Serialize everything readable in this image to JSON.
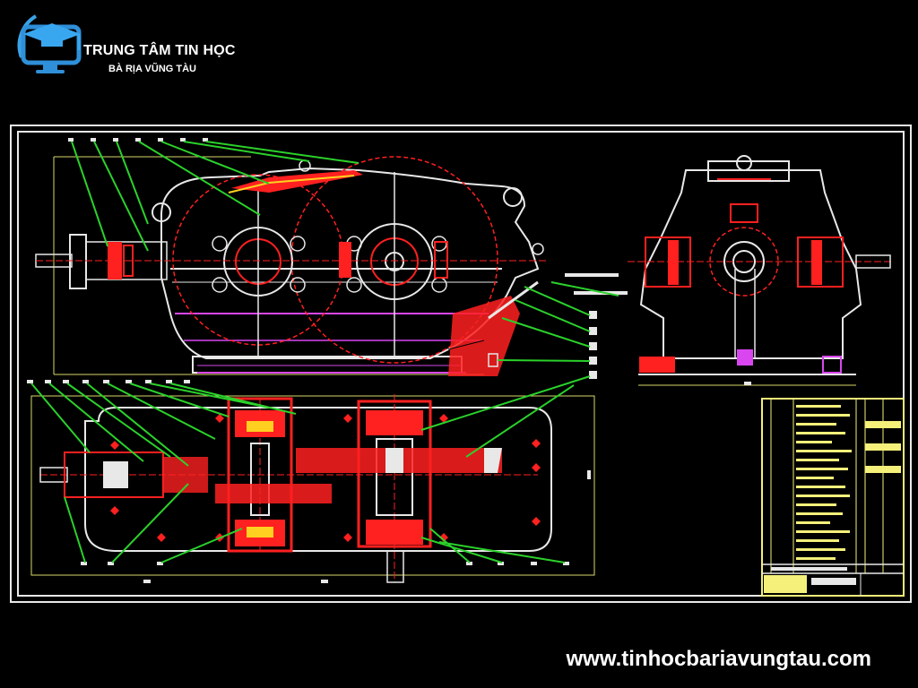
{
  "header": {
    "brand_title": "TRUNG TÂM TIN HỌC",
    "brand_subtitle": "BÀ RỊA VŨNG TÀU",
    "logo_icon": "monitor-graduation-cap-icon"
  },
  "drawing": {
    "subject": "gearbox-assembly-cad-drawing",
    "views": [
      "front-view",
      "side-view",
      "top-section-view",
      "parts-list-table"
    ],
    "colors": {
      "background": "#000000",
      "frame": "#ffffff",
      "gear": "#ff1a1a",
      "leader": "#2bd12b",
      "dimension": "#f2f06a",
      "accent": "#d946ef",
      "table": "#f5f07a"
    }
  },
  "footer": {
    "website": "www.tinhocbariavungtau.com"
  }
}
